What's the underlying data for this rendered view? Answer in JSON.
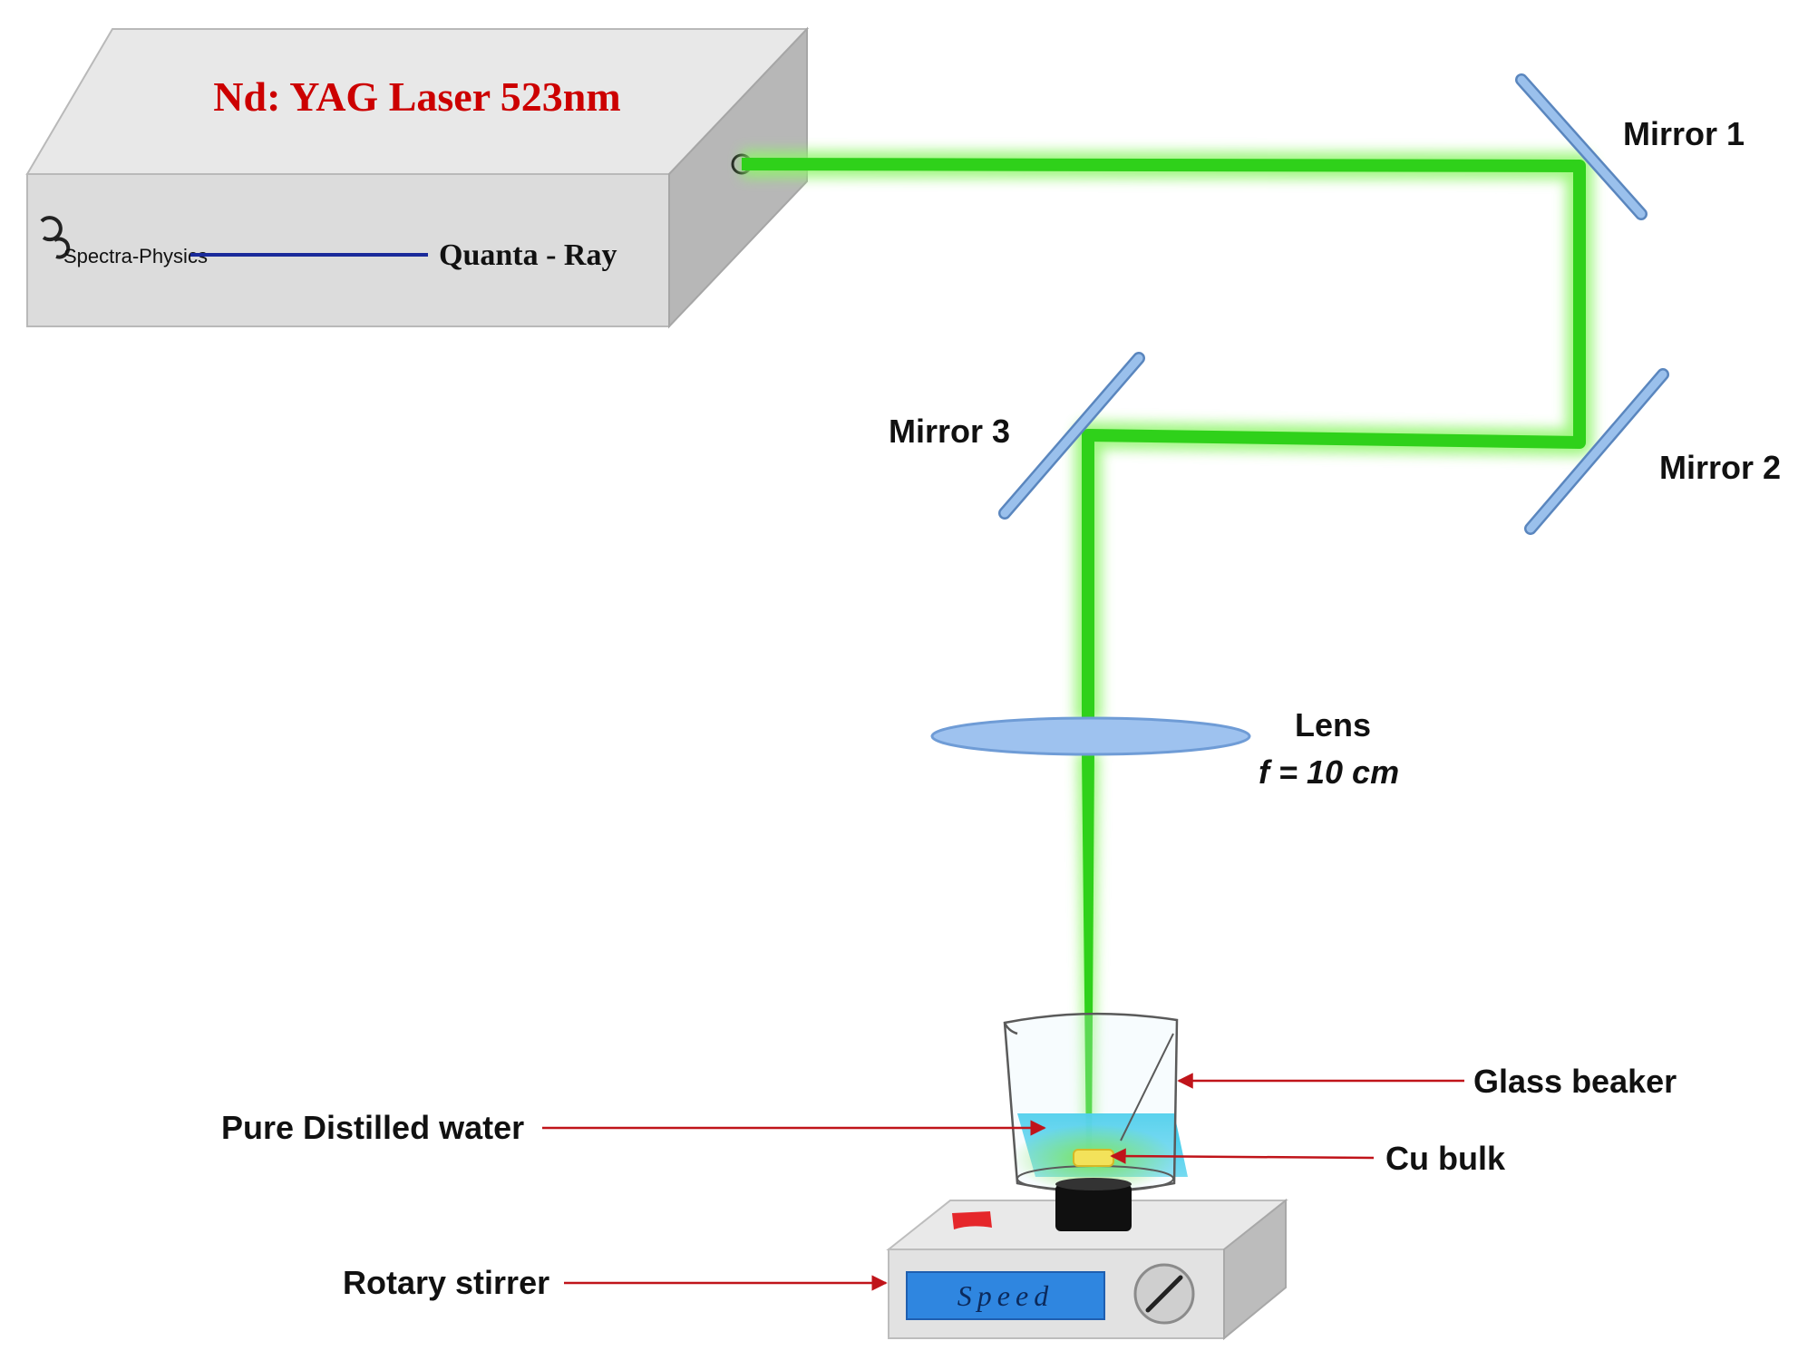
{
  "laser": {
    "title": "Nd: YAG Laser 523nm",
    "brand": "Spectra-Physics",
    "model": "Quanta - Ray",
    "title_color": "#cc0000",
    "line_color": "#1a2a9a"
  },
  "beam": {
    "color": "#39d11a",
    "glow": "#8ff56a"
  },
  "mirrors": {
    "m1": "Mirror 1",
    "m2": "Mirror 2",
    "m3": "Mirror 3"
  },
  "lens": {
    "label": "Lens",
    "focal": "f = 10 cm"
  },
  "labels": {
    "glass_beaker": "Glass beaker",
    "cu_bulk": "Cu bulk",
    "water": "Pure Distilled water",
    "stirrer": "Rotary stirrer"
  },
  "stirrer": {
    "display": "Speed"
  },
  "colors": {
    "arrow": "#c0141a",
    "optic": "#8fb8ea",
    "panel": "#2f86e0"
  }
}
